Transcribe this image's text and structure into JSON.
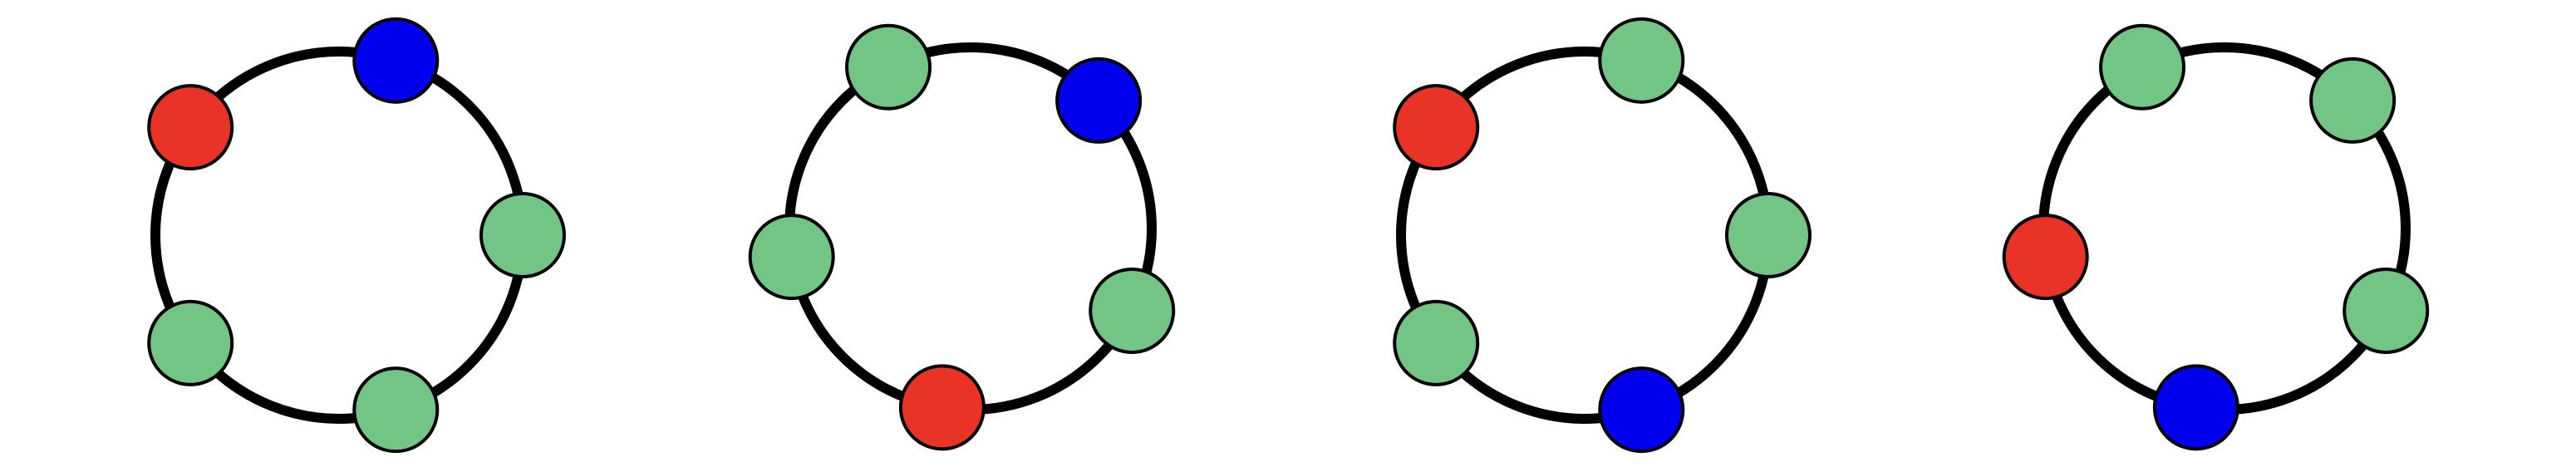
{
  "colors": {
    "red": "#e83326",
    "blue": "#0000ee",
    "green": "#72c585",
    "ring": "#000000",
    "background": "#ffffff"
  },
  "diagrams": [
    {
      "nodes": [
        "green",
        "blue",
        "red",
        "green",
        "green"
      ]
    },
    {
      "nodes": [
        "green",
        "blue",
        "green",
        "red",
        "green"
      ]
    },
    {
      "nodes": [
        "green",
        "green",
        "red",
        "green",
        "blue"
      ]
    },
    {
      "nodes": [
        "green",
        "green",
        "green",
        "red",
        "blue"
      ]
    }
  ]
}
